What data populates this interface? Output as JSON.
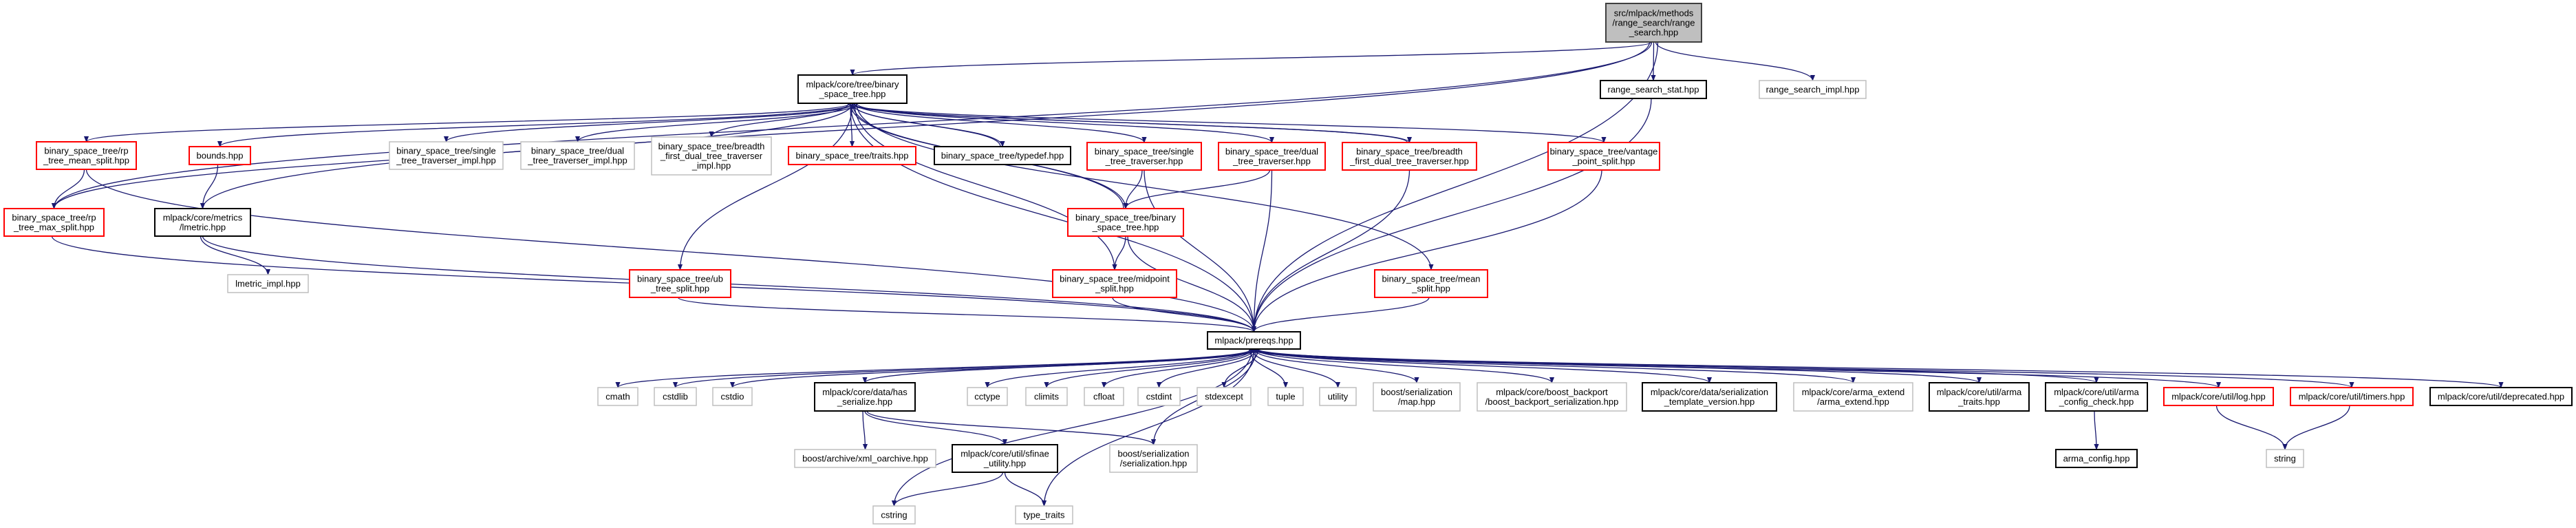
{
  "graph": {
    "edge_color": "#191970",
    "styles": {
      "root": {
        "fill": "#bfbfbf",
        "stroke": "#404040"
      },
      "black": {
        "fill": "#ffffff",
        "stroke": "#000000"
      },
      "red": {
        "fill": "#ffffff",
        "stroke": "#ff0000"
      },
      "gray": {
        "fill": "#ffffff",
        "stroke": "#bfbfbf"
      }
    },
    "nodes": [
      {
        "id": "root",
        "lines": [
          "src/mlpack/methods",
          "/range_search/range",
          "_search.hpp"
        ],
        "style": "root"
      },
      {
        "id": "bst_core",
        "lines": [
          "mlpack/core/tree/binary",
          "_space_tree.hpp"
        ],
        "style": "black"
      },
      {
        "id": "rs_stat",
        "lines": [
          "range_search_stat.hpp"
        ],
        "style": "black"
      },
      {
        "id": "rs_impl",
        "lines": [
          "range_search_impl.hpp"
        ],
        "style": "gray"
      },
      {
        "id": "rp_mean",
        "lines": [
          "binary_space_tree/rp",
          "_tree_mean_split.hpp"
        ],
        "style": "red"
      },
      {
        "id": "bounds",
        "lines": [
          "bounds.hpp"
        ],
        "style": "red"
      },
      {
        "id": "single_impl",
        "lines": [
          "binary_space_tree/single",
          "_tree_traverser_impl.hpp"
        ],
        "style": "gray"
      },
      {
        "id": "dual_impl",
        "lines": [
          "binary_space_tree/dual",
          "_tree_traverser_impl.hpp"
        ],
        "style": "gray"
      },
      {
        "id": "breadth_impl",
        "lines": [
          "binary_space_tree/breadth",
          "_first_dual_tree_traverser",
          "_impl.hpp"
        ],
        "style": "gray"
      },
      {
        "id": "traits",
        "lines": [
          "binary_space_tree/traits.hpp"
        ],
        "style": "red"
      },
      {
        "id": "typedef",
        "lines": [
          "binary_space_tree/typedef.hpp"
        ],
        "style": "black"
      },
      {
        "id": "single_trav",
        "lines": [
          "binary_space_tree/single",
          "_tree_traverser.hpp"
        ],
        "style": "red"
      },
      {
        "id": "dual_trav",
        "lines": [
          "binary_space_tree/dual",
          "_tree_traverser.hpp"
        ],
        "style": "red"
      },
      {
        "id": "breadth_trav",
        "lines": [
          "binary_space_tree/breadth",
          "_first_dual_tree_traverser.hpp"
        ],
        "style": "red"
      },
      {
        "id": "vantage",
        "lines": [
          "binary_space_tree/vantage",
          "_point_split.hpp"
        ],
        "style": "red"
      },
      {
        "id": "rp_max",
        "lines": [
          "binary_space_tree/rp",
          "_tree_max_split.hpp"
        ],
        "style": "red"
      },
      {
        "id": "lmetric",
        "lines": [
          "mlpack/core/metrics",
          "/lmetric.hpp"
        ],
        "style": "black"
      },
      {
        "id": "bst_red",
        "lines": [
          "binary_space_tree/binary",
          "_space_tree.hpp"
        ],
        "style": "red"
      },
      {
        "id": "lmetric_impl",
        "lines": [
          "lmetric_impl.hpp"
        ],
        "style": "gray"
      },
      {
        "id": "ub_split",
        "lines": [
          "binary_space_tree/ub",
          "_tree_split.hpp"
        ],
        "style": "red"
      },
      {
        "id": "midpoint",
        "lines": [
          "binary_space_tree/midpoint",
          "_split.hpp"
        ],
        "style": "red"
      },
      {
        "id": "mean_split",
        "lines": [
          "binary_space_tree/mean",
          "_split.hpp"
        ],
        "style": "red"
      },
      {
        "id": "prereqs",
        "lines": [
          "mlpack/prereqs.hpp"
        ],
        "style": "black"
      },
      {
        "id": "cmath",
        "lines": [
          "cmath"
        ],
        "style": "gray"
      },
      {
        "id": "cstdlib",
        "lines": [
          "cstdlib"
        ],
        "style": "gray"
      },
      {
        "id": "cstdio",
        "lines": [
          "cstdio"
        ],
        "style": "gray"
      },
      {
        "id": "has_serialize",
        "lines": [
          "mlpack/core/data/has",
          "_serialize.hpp"
        ],
        "style": "black"
      },
      {
        "id": "cctype",
        "lines": [
          "cctype"
        ],
        "style": "gray"
      },
      {
        "id": "climits",
        "lines": [
          "climits"
        ],
        "style": "gray"
      },
      {
        "id": "cfloat",
        "lines": [
          "cfloat"
        ],
        "style": "gray"
      },
      {
        "id": "cstdint",
        "lines": [
          "cstdint"
        ],
        "style": "gray"
      },
      {
        "id": "stdexcept",
        "lines": [
          "stdexcept"
        ],
        "style": "gray"
      },
      {
        "id": "tuple",
        "lines": [
          "tuple"
        ],
        "style": "gray"
      },
      {
        "id": "utility",
        "lines": [
          "utility"
        ],
        "style": "gray"
      },
      {
        "id": "map",
        "lines": [
          "boost/serialization",
          "/map.hpp"
        ],
        "style": "gray"
      },
      {
        "id": "backport",
        "lines": [
          "mlpack/core/boost_backport",
          "/boost_backport_serialization.hpp"
        ],
        "style": "gray"
      },
      {
        "id": "tmpl_version",
        "lines": [
          "mlpack/core/data/serialization",
          "_template_version.hpp"
        ],
        "style": "black"
      },
      {
        "id": "arma_extend",
        "lines": [
          "mlpack/core/arma_extend",
          "/arma_extend.hpp"
        ],
        "style": "gray"
      },
      {
        "id": "arma_traits",
        "lines": [
          "mlpack/core/util/arma",
          "_traits.hpp"
        ],
        "style": "black"
      },
      {
        "id": "arma_config_check",
        "lines": [
          "mlpack/core/util/arma",
          "_config_check.hpp"
        ],
        "style": "black"
      },
      {
        "id": "log",
        "lines": [
          "mlpack/core/util/log.hpp"
        ],
        "style": "red"
      },
      {
        "id": "timers",
        "lines": [
          "mlpack/core/util/timers.hpp"
        ],
        "style": "red"
      },
      {
        "id": "deprecated",
        "lines": [
          "mlpack/core/util/deprecated.hpp"
        ],
        "style": "black"
      },
      {
        "id": "xml_oarchive",
        "lines": [
          "boost/archive/xml_oarchive.hpp"
        ],
        "style": "gray"
      },
      {
        "id": "sfinae",
        "lines": [
          "mlpack/core/util/sfinae",
          "_utility.hpp"
        ],
        "style": "black"
      },
      {
        "id": "serialization",
        "lines": [
          "boost/serialization",
          "/serialization.hpp"
        ],
        "style": "gray"
      },
      {
        "id": "arma_config",
        "lines": [
          "arma_config.hpp"
        ],
        "style": "black"
      },
      {
        "id": "string",
        "lines": [
          "string"
        ],
        "style": "gray"
      },
      {
        "id": "cstring",
        "lines": [
          "cstring"
        ],
        "style": "gray"
      },
      {
        "id": "type_traits",
        "lines": [
          "type_traits"
        ],
        "style": "gray"
      }
    ],
    "edges": [
      [
        "root",
        "bst_core"
      ],
      [
        "root",
        "rs_stat"
      ],
      [
        "root",
        "rs_impl"
      ],
      [
        "root",
        "prereqs"
      ],
      [
        "root",
        "lmetric"
      ],
      [
        "root",
        "rp_max"
      ],
      [
        "bst_core",
        "rp_mean"
      ],
      [
        "bst_core",
        "bounds"
      ],
      [
        "bst_core",
        "single_impl"
      ],
      [
        "bst_core",
        "dual_impl"
      ],
      [
        "bst_core",
        "breadth_impl"
      ],
      [
        "bst_core",
        "traits"
      ],
      [
        "bst_core",
        "typedef"
      ],
      [
        "typedef",
        "bst_core"
      ],
      [
        "bst_core",
        "single_trav"
      ],
      [
        "bst_core",
        "dual_trav"
      ],
      [
        "bst_core",
        "breadth_trav"
      ],
      [
        "breadth_trav",
        "bst_core"
      ],
      [
        "bst_core",
        "bst_red"
      ],
      [
        "bst_red",
        "bst_core"
      ],
      [
        "bst_core",
        "ub_split"
      ],
      [
        "bst_core",
        "midpoint"
      ],
      [
        "bst_core",
        "mean_split"
      ],
      [
        "bst_core",
        "vantage"
      ],
      [
        "bst_core",
        "prereqs"
      ],
      [
        "bst_core",
        "rp_max"
      ],
      [
        "rp_mean",
        "rp_max"
      ],
      [
        "rp_mean",
        "prereqs"
      ],
      [
        "rp_max",
        "prereqs"
      ],
      [
        "bounds",
        "lmetric"
      ],
      [
        "lmetric",
        "lmetric_impl"
      ],
      [
        "lmetric",
        "prereqs"
      ],
      [
        "single_trav",
        "bst_red"
      ],
      [
        "single_trav",
        "prereqs"
      ],
      [
        "dual_trav",
        "bst_red"
      ],
      [
        "dual_trav",
        "prereqs"
      ],
      [
        "breadth_trav",
        "prereqs"
      ],
      [
        "bst_red",
        "midpoint"
      ],
      [
        "bst_red",
        "prereqs"
      ],
      [
        "midpoint",
        "prereqs"
      ],
      [
        "ub_split",
        "prereqs"
      ],
      [
        "mean_split",
        "prereqs"
      ],
      [
        "vantage",
        "prereqs"
      ],
      [
        "rs_stat",
        "prereqs"
      ],
      [
        "prereqs",
        "cmath"
      ],
      [
        "prereqs",
        "cstdlib"
      ],
      [
        "prereqs",
        "cstdio"
      ],
      [
        "prereqs",
        "has_serialize"
      ],
      [
        "prereqs",
        "cctype"
      ],
      [
        "prereqs",
        "climits"
      ],
      [
        "prereqs",
        "cfloat"
      ],
      [
        "prereqs",
        "cstdint"
      ],
      [
        "prereqs",
        "stdexcept"
      ],
      [
        "prereqs",
        "tuple"
      ],
      [
        "prereqs",
        "utility"
      ],
      [
        "prereqs",
        "map"
      ],
      [
        "prereqs",
        "backport"
      ],
      [
        "prereqs",
        "tmpl_version"
      ],
      [
        "prereqs",
        "arma_extend"
      ],
      [
        "prereqs",
        "arma_traits"
      ],
      [
        "prereqs",
        "arma_config_check"
      ],
      [
        "prereqs",
        "log"
      ],
      [
        "prereqs",
        "timers"
      ],
      [
        "prereqs",
        "deprecated"
      ],
      [
        "prereqs",
        "cstring"
      ],
      [
        "prereqs",
        "type_traits"
      ],
      [
        "prereqs",
        "serialization"
      ],
      [
        "has_serialize",
        "xml_oarchive"
      ],
      [
        "has_serialize",
        "sfinae"
      ],
      [
        "has_serialize",
        "serialization"
      ],
      [
        "sfinae",
        "cstring"
      ],
      [
        "sfinae",
        "type_traits"
      ],
      [
        "arma_config_check",
        "arma_config"
      ],
      [
        "log",
        "string"
      ],
      [
        "timers",
        "string"
      ]
    ]
  }
}
